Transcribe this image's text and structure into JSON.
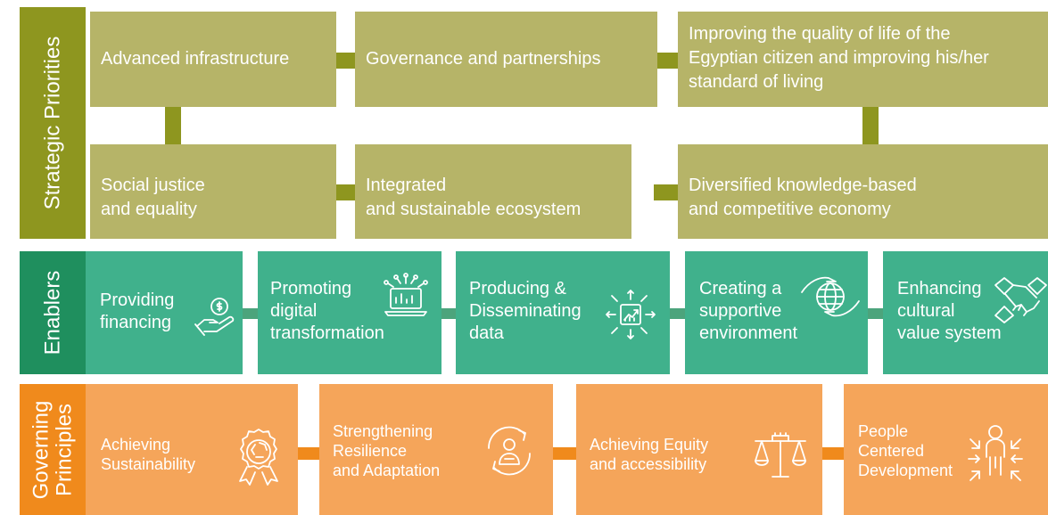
{
  "strategic_priorities": {
    "heading": "Strategic Priorities",
    "items": [
      {
        "label": "Advanced infrastructure"
      },
      {
        "label": "Governance and partnerships"
      },
      {
        "label": "Improving the quality of life of the\nEgyptian citizen and improving his/her\nstandard of living"
      },
      {
        "label": "Social justice\nand equality"
      },
      {
        "label": "Integrated\nand sustainable ecosystem"
      },
      {
        "label": "Diversified knowledge-based\nand competitive economy"
      }
    ]
  },
  "enablers": {
    "heading": "Enablers",
    "items": [
      {
        "label": "Providing\nfinancing",
        "icon": "hand-money-icon"
      },
      {
        "label": "Promoting\ndigital\ntransformation",
        "icon": "laptop-chart-icon"
      },
      {
        "label": "Producing &\nDisseminating\ndata",
        "icon": "data-chart-icon"
      },
      {
        "label": "Creating a\nsupportive\nenvironment",
        "icon": "hands-globe-icon"
      },
      {
        "label": "Enhancing\ncultural\nvalue system",
        "icon": "handshake-icon"
      }
    ]
  },
  "governing_principles": {
    "heading": "Governing\nPrinciples",
    "items": [
      {
        "label": "Achieving\nSustainability",
        "icon": "recycle-badge-icon"
      },
      {
        "label": "Strengthening\nResilience\nand Adaptation",
        "icon": "person-cycle-icon"
      },
      {
        "label": "Achieving Equity\nand accessibility",
        "icon": "justice-scales-icon"
      },
      {
        "label": "People\nCentered\nDevelopment",
        "icon": "person-center-icon"
      }
    ]
  },
  "colors": {
    "strategic_priorities_side": "#8e961f",
    "strategic_priorities_box": "#b6b468",
    "enablers_side": "#1f8f5e",
    "enablers_box": "#40b18c",
    "governing_principles_side": "#f08a1c",
    "governing_principles_box": "#f5a55a"
  }
}
